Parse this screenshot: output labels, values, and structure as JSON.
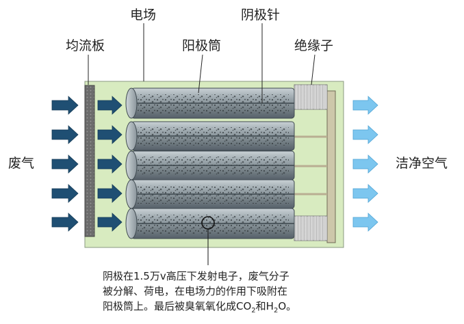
{
  "labels": {
    "field": "电场",
    "cathode_needle": "阴极针",
    "baffle": "均流板",
    "anode_tube": "阳极筒",
    "insulator": "绝缘子",
    "waste_gas": "废气",
    "clean_air": "洁净空气"
  },
  "description": {
    "line1": "阴极在1.5万v高压下发射电子，废气分子",
    "line2": "被分解、荷电，在电场力的作用下吸附在",
    "line3_pre": "阳极筒上。最后被臭氧氧化成CO",
    "line3_sub1": "2",
    "line3_mid": "和H",
    "line3_sub2": "2",
    "line3_post": "O。"
  },
  "colors": {
    "inlet_arrow": "#1f4f73",
    "outlet_arrow": "#7cc6ef",
    "chamber": "#d8ebc0",
    "tube": "#8d999f",
    "baffle": "#6c6c6c",
    "end_plate": "#cdc7aa"
  }
}
